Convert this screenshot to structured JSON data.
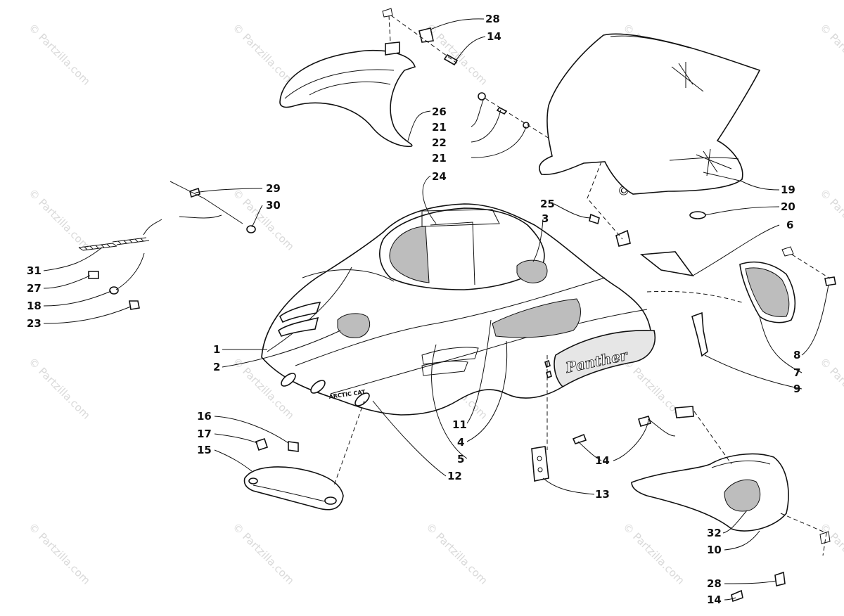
{
  "diagram": {
    "watermark": "© Partzilla.com",
    "decal_text": "Panther",
    "brand_text": "ARCTIC CAT",
    "callouts": [
      {
        "id": "c28a",
        "label": "28"
      },
      {
        "id": "c14a",
        "label": "14"
      },
      {
        "id": "c26",
        "label": "26"
      },
      {
        "id": "c21a",
        "label": "21"
      },
      {
        "id": "c22",
        "label": "22"
      },
      {
        "id": "c21b",
        "label": "21"
      },
      {
        "id": "c24",
        "label": "24"
      },
      {
        "id": "c29",
        "label": "29"
      },
      {
        "id": "c30",
        "label": "30"
      },
      {
        "id": "c19",
        "label": "19"
      },
      {
        "id": "c20",
        "label": "20"
      },
      {
        "id": "c25",
        "label": "25"
      },
      {
        "id": "c3",
        "label": "3"
      },
      {
        "id": "c6",
        "label": "6"
      },
      {
        "id": "c31",
        "label": "31"
      },
      {
        "id": "c27",
        "label": "27"
      },
      {
        "id": "c18",
        "label": "18"
      },
      {
        "id": "c23",
        "label": "23"
      },
      {
        "id": "c1",
        "label": "1"
      },
      {
        "id": "c2",
        "label": "2"
      },
      {
        "id": "c8",
        "label": "8"
      },
      {
        "id": "c7",
        "label": "7"
      },
      {
        "id": "c9",
        "label": "9"
      },
      {
        "id": "c16",
        "label": "16"
      },
      {
        "id": "c17",
        "label": "17"
      },
      {
        "id": "c15",
        "label": "15"
      },
      {
        "id": "c11",
        "label": "11"
      },
      {
        "id": "c4",
        "label": "4"
      },
      {
        "id": "c5",
        "label": "5"
      },
      {
        "id": "c12",
        "label": "12"
      },
      {
        "id": "c14b",
        "label": "14"
      },
      {
        "id": "c13",
        "label": "13"
      },
      {
        "id": "c32",
        "label": "32"
      },
      {
        "id": "c10",
        "label": "10"
      },
      {
        "id": "c28b",
        "label": "28"
      },
      {
        "id": "c14c",
        "label": "14"
      }
    ]
  }
}
